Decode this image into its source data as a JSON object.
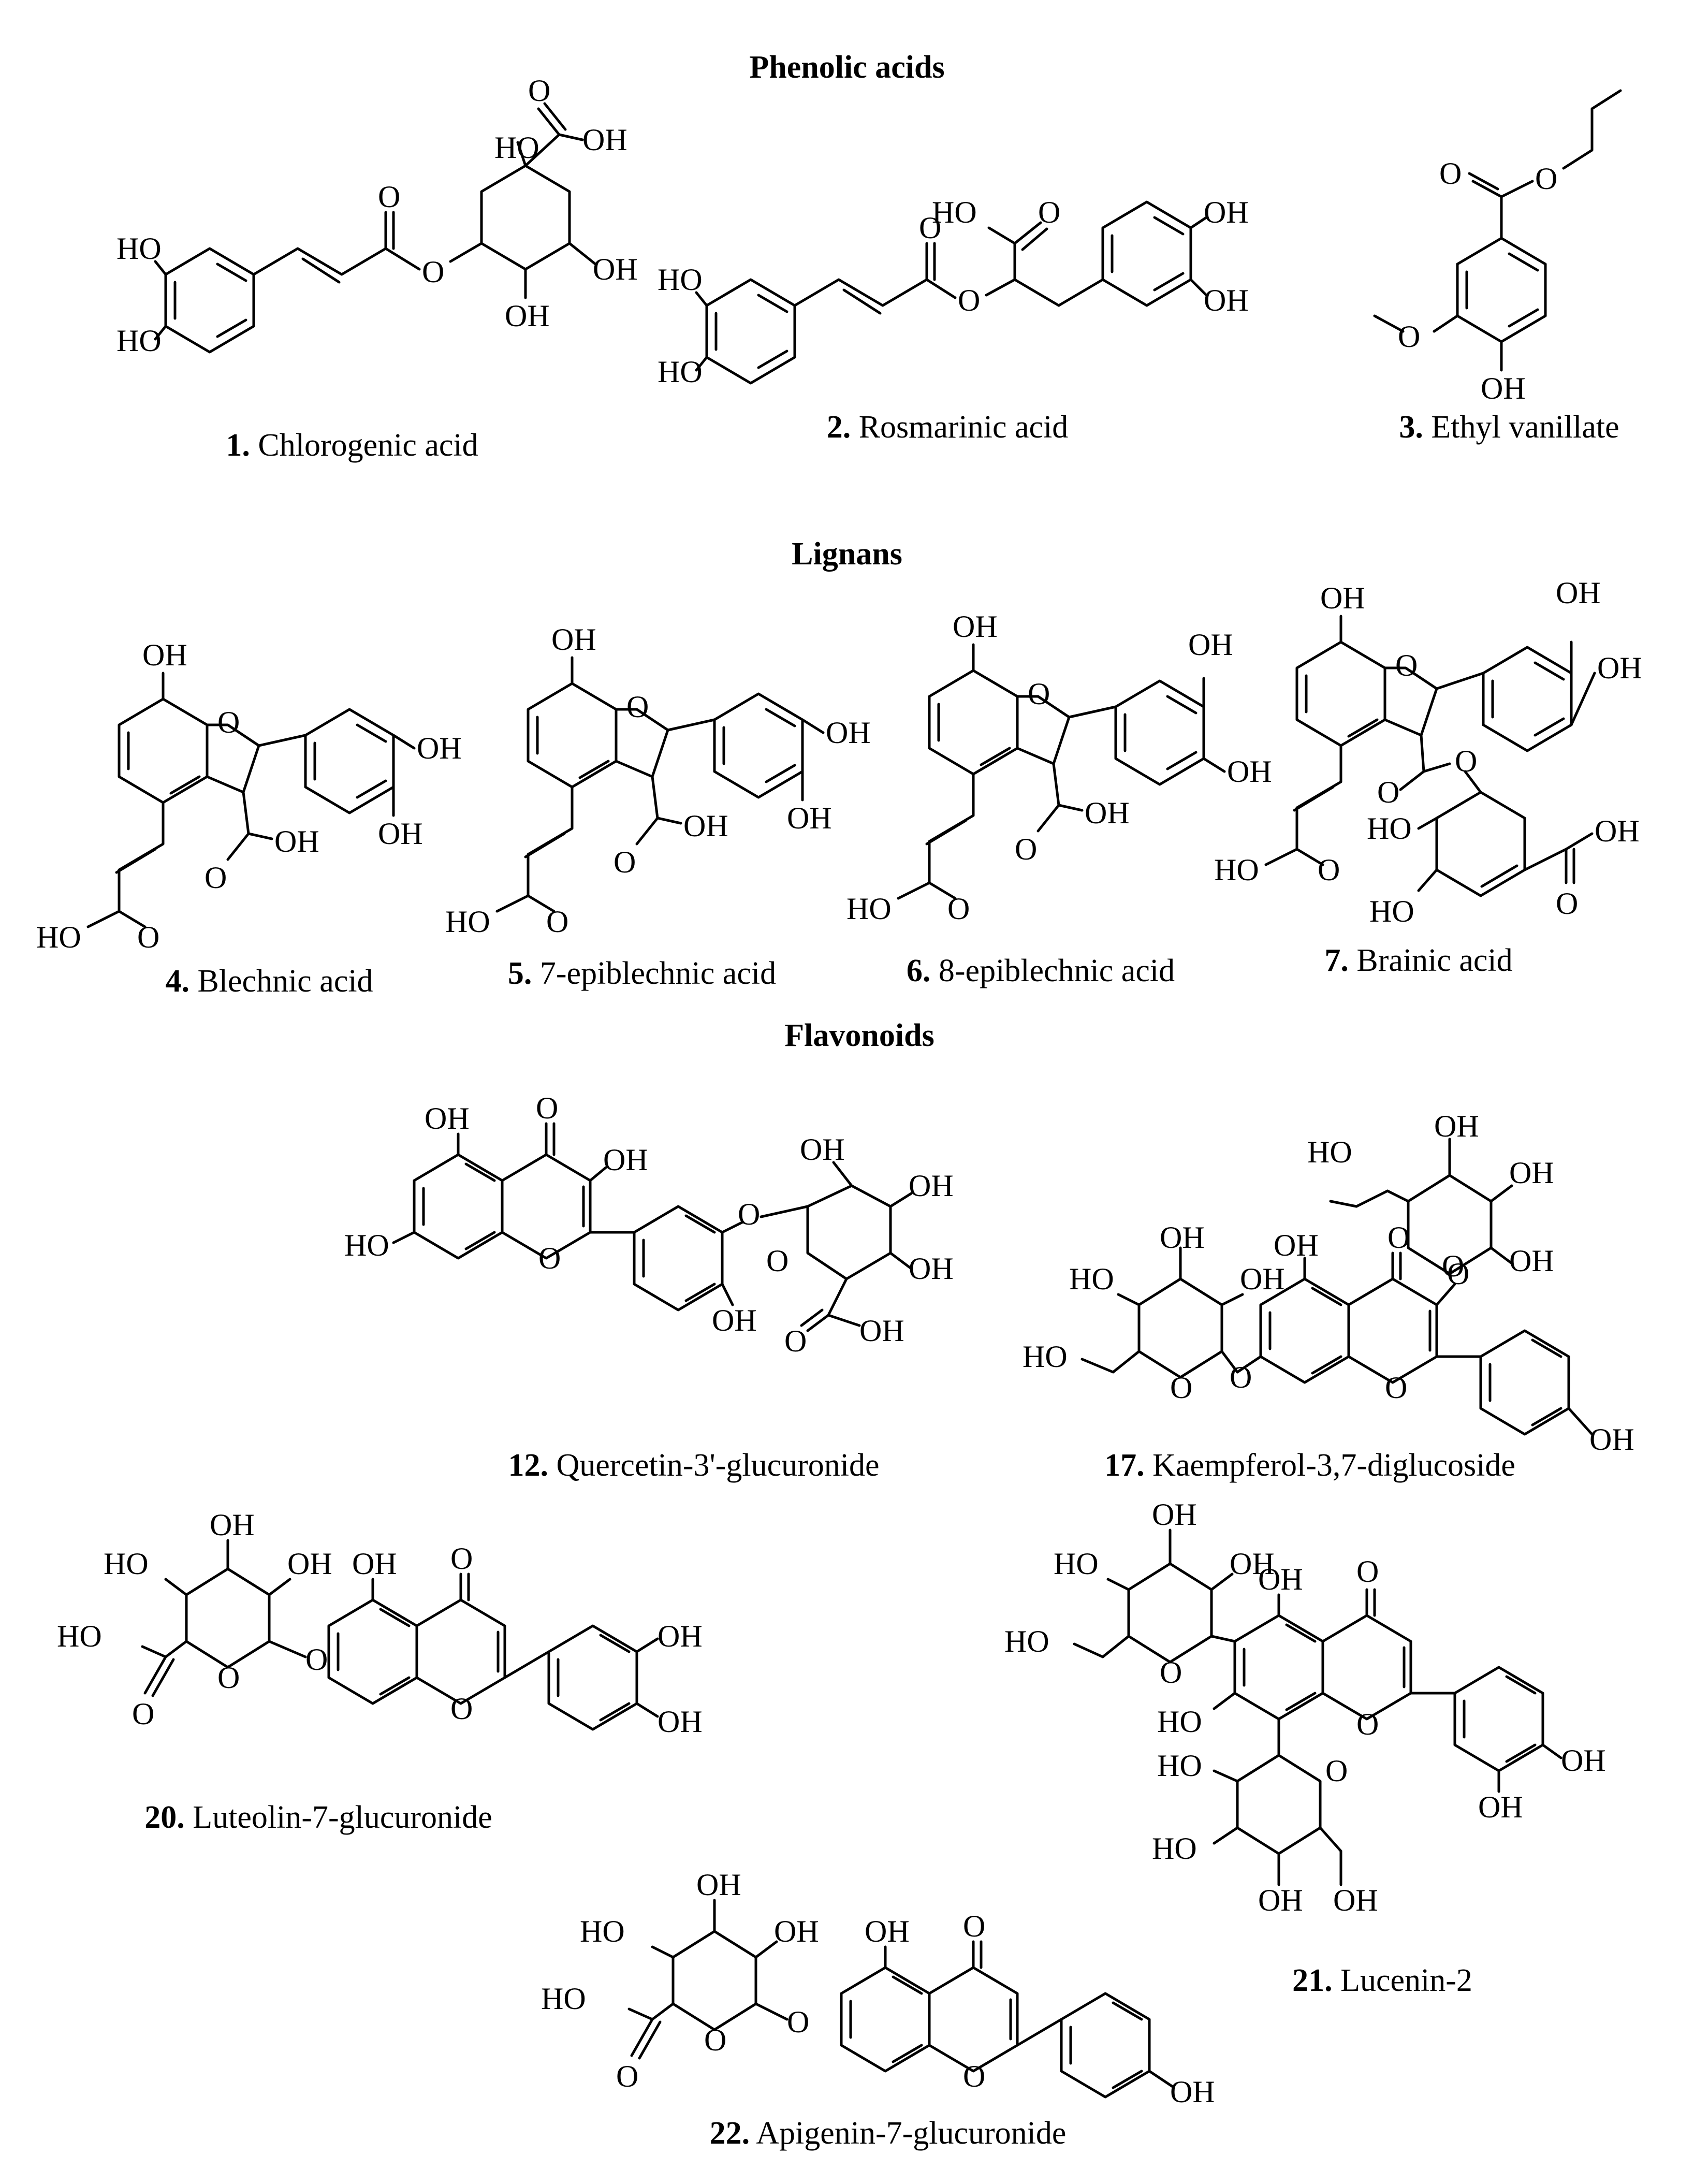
{
  "sections": {
    "phenolic": "Phenolic acids",
    "lignans": "Lignans",
    "flavonoids": "Flavonoids"
  },
  "compounds": [
    {
      "num": "1.",
      "name": "Chlorogenic acid"
    },
    {
      "num": "2.",
      "name": "Rosmarinic acid"
    },
    {
      "num": "3.",
      "name": "Ethyl vanillate"
    },
    {
      "num": "4.",
      "name": "Blechnic acid"
    },
    {
      "num": "5.",
      "name": "7-epiblechnic acid"
    },
    {
      "num": "6.",
      "name": "8-epiblechnic acid"
    },
    {
      "num": "7.",
      "name": "Brainic acid"
    },
    {
      "num": "12.",
      "name": "Quercetin-3'-glucuronide"
    },
    {
      "num": "17.",
      "name": "Kaempferol-3,7-diglucoside"
    },
    {
      "num": "20.",
      "name": "Luteolin-7-glucuronide"
    },
    {
      "num": "21.",
      "name": "Lucenin-2"
    },
    {
      "num": "22.",
      "name": "Apigenin-7-glucuronide"
    }
  ],
  "atom_labels": {
    "oh": "OH",
    "ho": "HO",
    "o": "O"
  }
}
